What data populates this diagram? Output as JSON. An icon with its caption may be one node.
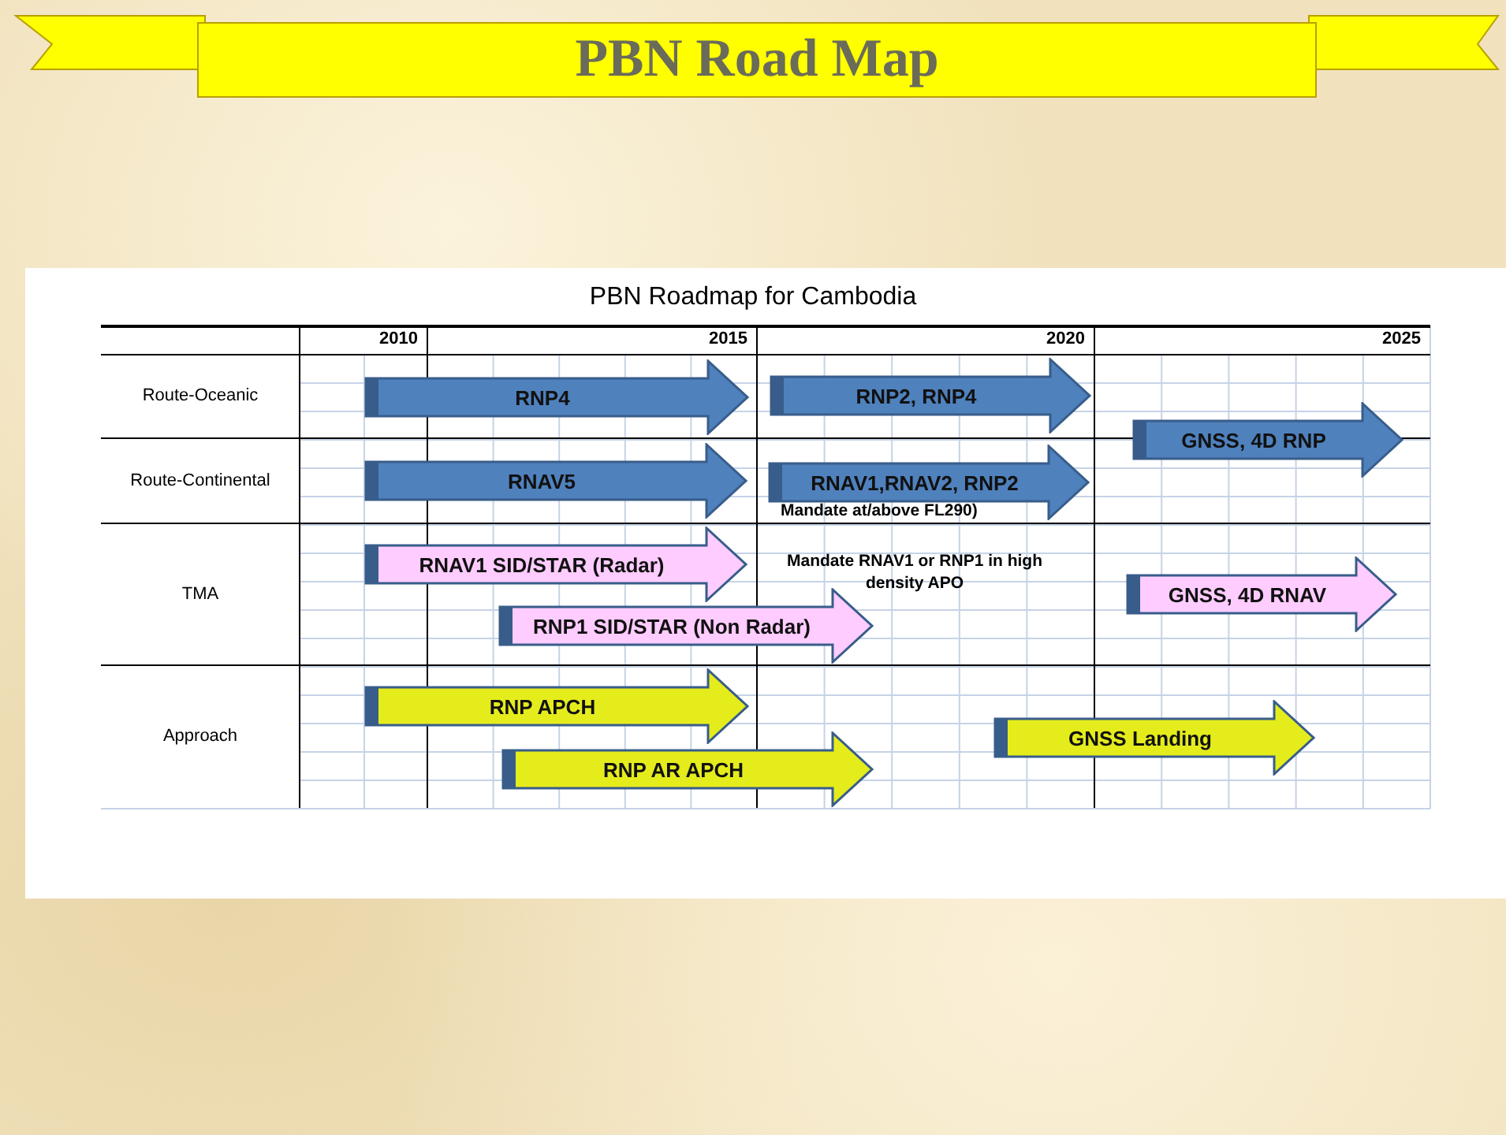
{
  "diagram": {
    "title": "PBN Road Map",
    "nodes": [
      {
        "text": [
          "RNP4"
        ]
      },
      {
        "text": [
          "RNP2, RNP4"
        ]
      },
      {
        "text": [
          "GNSS, 4D RNP"
        ]
      },
      {
        "text": [
          "RNAV5"
        ]
      },
      {
        "text": [
          "RNAV1,RNAV2, RNP2"
        ],
        "beside": [
          "Mandate at/above FL290)"
        ]
      },
      {
        "text": [
          "RNAV1 SID/STAR (Radar)"
        ]
      },
      {
        "text": [
          "GNSS, 4D RNAV"
        ]
      },
      {
        "text": [
          "RNP1 SID/STAR (Non Radar)"
        ]
      },
      {
        "text": [
          "RNP  APCH"
        ]
      },
      {
        "text": [
          "GNSS Landing"
        ]
      },
      {
        "text": [
          "RNP AR APCH"
        ]
      }
    ],
    "labels": [
      "PBN Roadmap for Cambodia",
      "2010",
      "2015",
      "2020",
      "2025",
      "Route-Oceanic",
      "Route-Continental",
      "TMA",
      "Mandate RNAV1 or RNP1 in high density APO",
      "Approach"
    ]
  }
}
